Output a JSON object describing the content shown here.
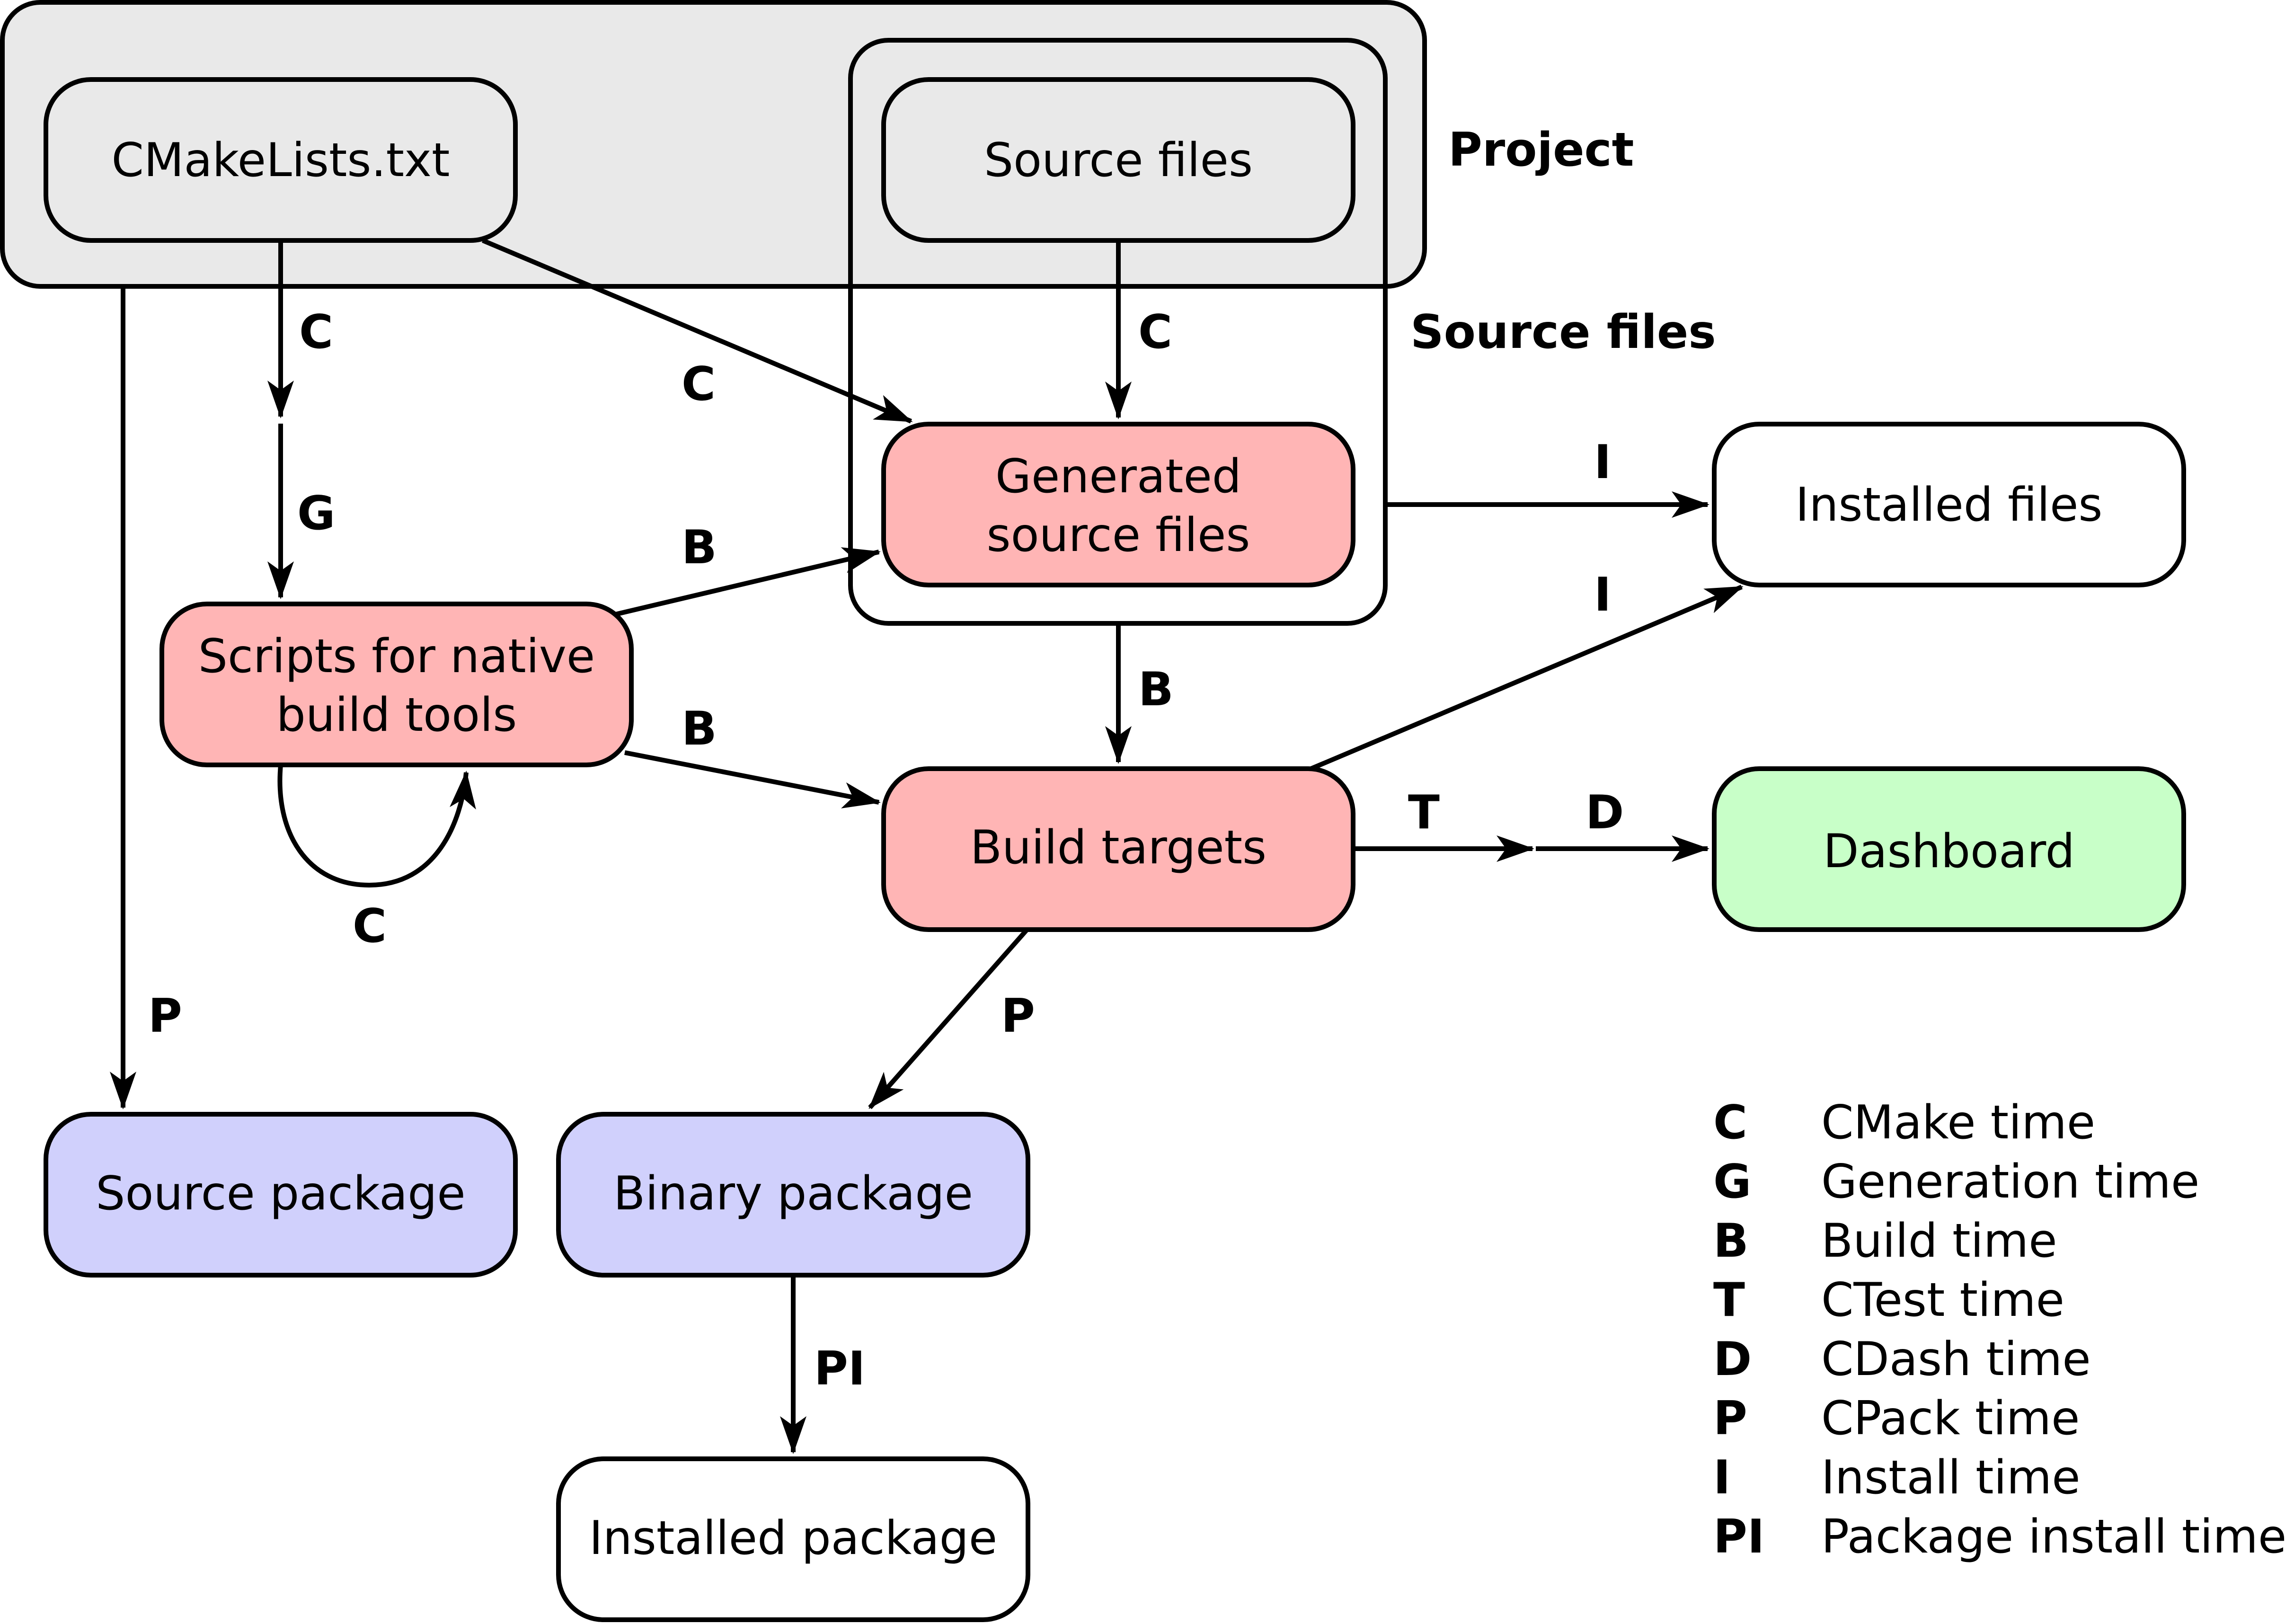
{
  "groups": {
    "project": "Project",
    "source_files": "Source files"
  },
  "nodes": {
    "cmakelists": "CMakeLists.txt",
    "source_files": "Source files",
    "generated_line1": "Generated",
    "generated_line2": "source files",
    "installed_files": "Installed files",
    "scripts_line1": "Scripts for native",
    "scripts_line2": "build tools",
    "build_targets": "Build targets",
    "dashboard": "Dashboard",
    "source_package": "Source package",
    "binary_package": "Binary package",
    "installed_package": "Installed package"
  },
  "edge_labels": {
    "cmake_to_scripts_c": "C",
    "cmake_to_scripts_g": "G",
    "cmake_to_generated": "C",
    "source_to_generated": "C",
    "scripts_to_generated": "B",
    "scripts_to_targets": "B",
    "scripts_loop": "C",
    "generated_to_targets": "B",
    "generated_to_installed": "I",
    "targets_to_installed": "I",
    "targets_to_dashboard_t": "T",
    "targets_to_dashboard_d": "D",
    "cmake_to_source_package": "P",
    "targets_to_binary_package": "P",
    "binary_to_installed_package": "PI"
  },
  "legend": [
    {
      "key": "C",
      "label": "CMake time"
    },
    {
      "key": "G",
      "label": "Generation time"
    },
    {
      "key": "B",
      "label": "Build time"
    },
    {
      "key": "T",
      "label": "CTest time"
    },
    {
      "key": "D",
      "label": "CDash time"
    },
    {
      "key": "P",
      "label": "CPack time"
    },
    {
      "key": "I",
      "label": "Install time"
    },
    {
      "key": "PI",
      "label": "Package install time"
    }
  ],
  "colors": {
    "group_fill": "#e9e9e9",
    "generated_fill": "#ffb5b5",
    "dashboard_fill": "#c8ffc8",
    "package_fill": "#d0d0fc",
    "plain_fill": "#ffffff",
    "stroke": "#000000"
  }
}
